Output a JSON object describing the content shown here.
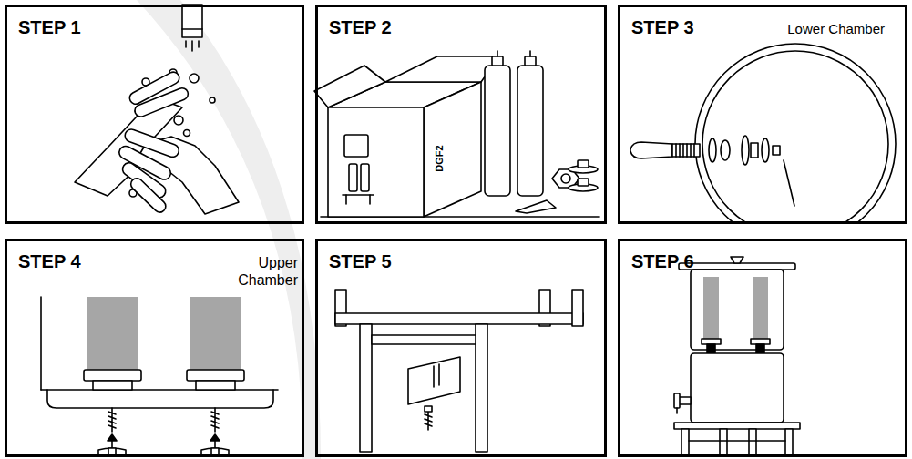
{
  "diagram": {
    "nodes": [
      {
        "text": [
          "STEP 1"
        ]
      },
      {
        "text": [
          "STEP 2"
        ]
      },
      {
        "text": [
          "STEP 3",
          "Lower Chamber"
        ]
      },
      {
        "text": [
          "STEP 4",
          "Upper Chamber"
        ]
      },
      {
        "text": [
          "STEP 5"
        ]
      },
      {
        "text": [
          "STEP 6"
        ]
      }
    ],
    "labels": [
      "DGF2"
    ]
  }
}
